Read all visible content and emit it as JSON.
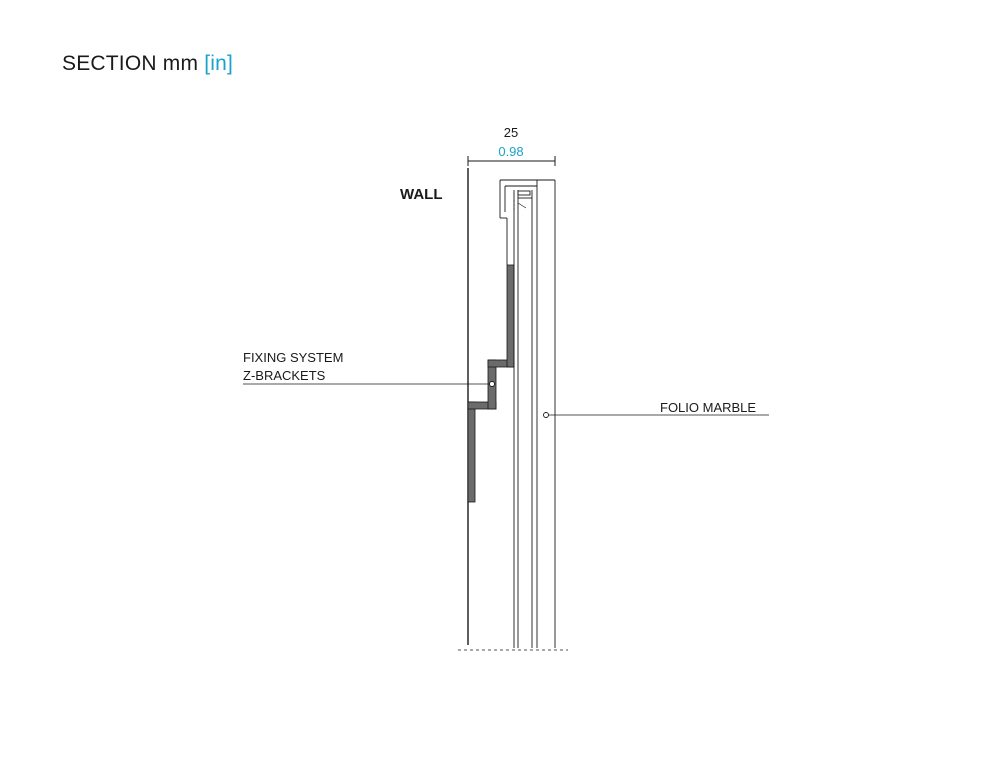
{
  "title": {
    "main": "SECTION mm",
    "alt_unit": "[in]"
  },
  "dimension": {
    "mm": "25",
    "in": "0.98"
  },
  "labels": {
    "wall": "WALL",
    "fixing_line1": "FIXING SYSTEM",
    "fixing_line2": "Z-BRACKETS",
    "marble": "FOLIO MARBLE"
  },
  "colors": {
    "line": "#1a1a1a",
    "bracket_fill": "#6b6b6b",
    "imperial_accent": "#1aa3c8"
  }
}
